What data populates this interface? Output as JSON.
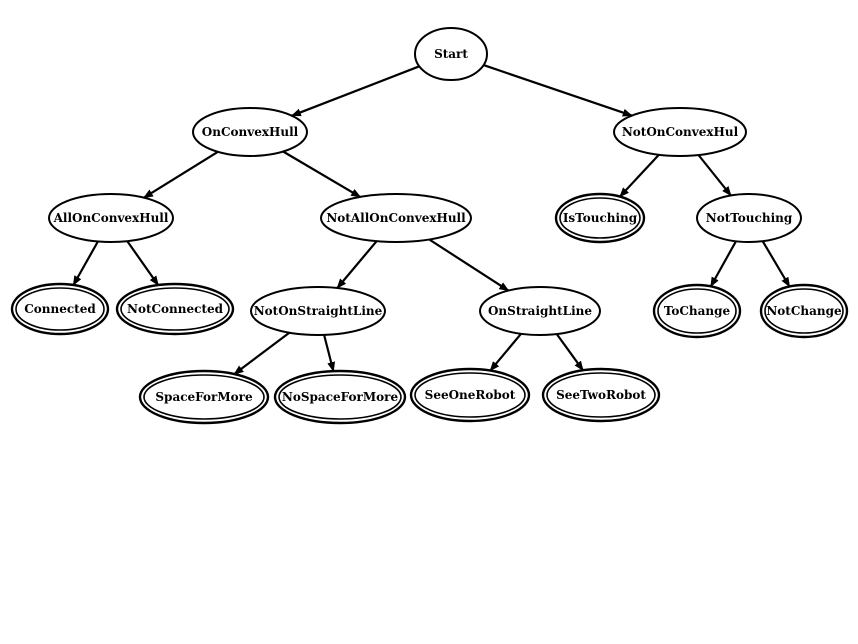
{
  "colors": {
    "stroke": "#000000",
    "fill": "#ffffff",
    "background": "#ffffff"
  },
  "nodes": [
    {
      "id": "start",
      "label": "Start",
      "terminal": false
    },
    {
      "id": "on-convex-hull",
      "label": "OnConvexHull",
      "terminal": false
    },
    {
      "id": "not-on-convex-hul",
      "label": "NotOnConvexHul",
      "terminal": false
    },
    {
      "id": "all-on-convex-hull",
      "label": "AllOnConvexHull",
      "terminal": false
    },
    {
      "id": "not-all-on-convex-hull",
      "label": "NotAllOnConvexHull",
      "terminal": false
    },
    {
      "id": "is-touching",
      "label": "IsTouching",
      "terminal": true
    },
    {
      "id": "not-touching",
      "label": "NotTouching",
      "terminal": false
    },
    {
      "id": "connected",
      "label": "Connected",
      "terminal": true
    },
    {
      "id": "not-connected",
      "label": "NotConnected",
      "terminal": true
    },
    {
      "id": "not-on-straight-line",
      "label": "NotOnStraightLine",
      "terminal": false
    },
    {
      "id": "on-straight-line",
      "label": "OnStraightLine",
      "terminal": false
    },
    {
      "id": "to-change",
      "label": "ToChange",
      "terminal": true
    },
    {
      "id": "not-change",
      "label": "NotChange",
      "terminal": true
    },
    {
      "id": "space-for-more",
      "label": "SpaceForMore",
      "terminal": true
    },
    {
      "id": "no-space-for-more",
      "label": "NoSpaceForMore",
      "terminal": true
    },
    {
      "id": "see-one-robot",
      "label": "SeeOneRobot",
      "terminal": true
    },
    {
      "id": "see-two-robot",
      "label": "SeeTwoRobot",
      "terminal": true
    }
  ],
  "edges": [
    {
      "from": "start",
      "to": "on-convex-hull"
    },
    {
      "from": "start",
      "to": "not-on-convex-hul"
    },
    {
      "from": "on-convex-hull",
      "to": "all-on-convex-hull"
    },
    {
      "from": "on-convex-hull",
      "to": "not-all-on-convex-hull"
    },
    {
      "from": "not-on-convex-hul",
      "to": "is-touching"
    },
    {
      "from": "not-on-convex-hul",
      "to": "not-touching"
    },
    {
      "from": "all-on-convex-hull",
      "to": "connected"
    },
    {
      "from": "all-on-convex-hull",
      "to": "not-connected"
    },
    {
      "from": "not-all-on-convex-hull",
      "to": "not-on-straight-line"
    },
    {
      "from": "not-all-on-convex-hull",
      "to": "on-straight-line"
    },
    {
      "from": "not-touching",
      "to": "to-change"
    },
    {
      "from": "not-touching",
      "to": "not-change"
    },
    {
      "from": "not-on-straight-line",
      "to": "space-for-more"
    },
    {
      "from": "not-on-straight-line",
      "to": "no-space-for-more"
    },
    {
      "from": "on-straight-line",
      "to": "see-one-robot"
    },
    {
      "from": "on-straight-line",
      "to": "see-two-robot"
    }
  ]
}
